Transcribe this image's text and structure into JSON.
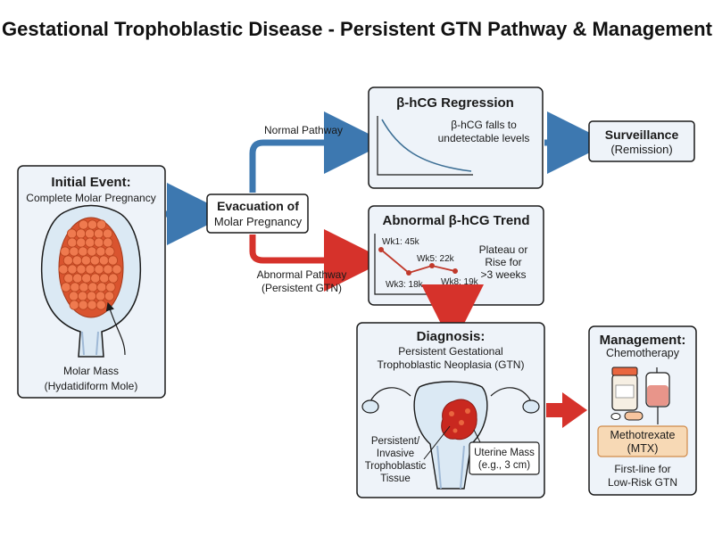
{
  "title": "Gestational Trophoblastic Disease - Persistent GTN Pathway & Management",
  "colors": {
    "box_fill": "#eef3f9",
    "box_stroke": "#1a1a1a",
    "blue_arrow": "#3d78b0",
    "red_arrow": "#d6322b",
    "mole": "#e9663f",
    "mtx_fill": "#f7d9b5"
  },
  "initial": {
    "heading": "Initial Event:",
    "subtitle": "Complete Molar Pregnancy",
    "mass_label_1": "Molar Mass",
    "mass_label_2": "(Hydatidiform Mole)"
  },
  "evacuation": {
    "line1": "Evacuation of",
    "line2": "Molar Pregnancy"
  },
  "normal_path": {
    "label": "Normal Pathway"
  },
  "abnormal_path": {
    "label1": "Abnormal Pathway",
    "label2": "(Persistent GTN)"
  },
  "regression": {
    "heading": "β-hCG Regression",
    "text1": "β-hCG falls to",
    "text2": "undetectable levels"
  },
  "surveillance": {
    "heading": "Surveillance",
    "sub": "(Remission)"
  },
  "abnormal_trend": {
    "heading": "Abnormal β-hCG Trend",
    "points": [
      {
        "label": "Wk1: 45k"
      },
      {
        "label": "Wk3: 18k"
      },
      {
        "label": "Wk5: 22k"
      },
      {
        "label": "Wk8: 19k"
      }
    ],
    "note1": "Plateau or",
    "note2": "Rise for",
    "note3": ">3 weeks"
  },
  "diagnosis": {
    "heading": "Diagnosis:",
    "line1": "Persistent Gestational",
    "line2": "Trophoblastic Neoplasia (GTN)",
    "tissue1": "Persistent/",
    "tissue2": "Invasive",
    "tissue3": "Trophoblastic",
    "tissue4": "Tissue",
    "mass1": "Uterine Mass",
    "mass2": "(e.g., 3 cm)"
  },
  "management": {
    "heading": "Management:",
    "sub": "Chemotherapy",
    "drug1": "Methotrexate",
    "drug2": "(MTX)",
    "note1": "First-line for",
    "note2": "Low-Risk GTN"
  }
}
